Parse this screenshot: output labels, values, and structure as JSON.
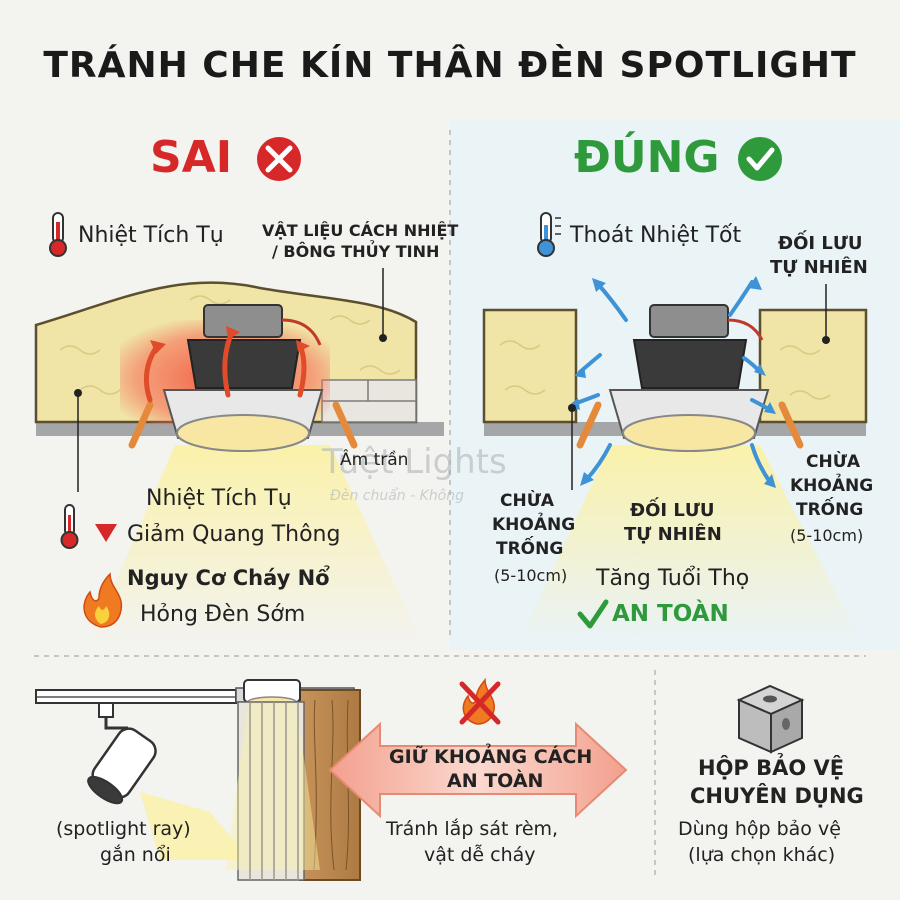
{
  "title": "TRÁNH CHE KÍN THÂN ĐÈN SPOTLIGHT",
  "wrong": {
    "heading": "SAI",
    "heat_label": "Nhiệt Tích Tụ",
    "material_label": [
      "VẬT LIỆU CÁCH NHIỆT",
      "/ BÔNG THỦY TINH"
    ],
    "ceiling_label": "Âm trần",
    "effects": [
      "Nhiệt Tích Tụ",
      "Giảm Quang Thông",
      "Nguy Cơ Cháy Nổ",
      "Hỏng Đèn Sớm"
    ]
  },
  "right": {
    "heading": "ĐÚNG",
    "heat_label": "Thoát Nhiệt Tốt",
    "convection_top": [
      "ĐỐI LƯU",
      "TỰ NHIÊN"
    ],
    "gap_left": [
      "CHỪA",
      "KHOẢNG",
      "TRỐNG",
      "(5-10cm)"
    ],
    "gap_right": [
      "CHỪA",
      "KHOẢNG",
      "TRỐNG",
      "(5-10cm)"
    ],
    "convection_bottom": [
      "ĐỐI LƯU",
      "TỰ NHIÊN"
    ],
    "longevity": "Tăng Tuổi Thọ",
    "safe": "AN TOÀN"
  },
  "bottom": {
    "track_caption": [
      "(spotlight ray)",
      "gắn nổi"
    ],
    "arrow_label": [
      "GIỮ KHOẢNG CÁCH",
      "AN TOÀN"
    ],
    "curtain_caption": [
      "Tránh lắp sát rèm,",
      "vật dễ cháy"
    ],
    "box_title": [
      "HỘP BẢO VỆ",
      "CHUYÊN DỤNG"
    ],
    "box_caption": [
      "Dùng hộp bảo vệ",
      "(lựa chọn khác)"
    ]
  },
  "watermark": {
    "brand": "Tuệt Lights",
    "tagline": "Đèn chuẩn - Không"
  },
  "colors": {
    "wrong": "#d62828",
    "right": "#2e9a3c",
    "insulation": "#f0e4a6",
    "heat": "#f0553a",
    "airflow": "#3d93d6",
    "light_beam": "#f8efb0"
  },
  "icons": [
    "thermometer-hot-icon",
    "thermometer-cool-icon",
    "x-circle-icon",
    "check-circle-icon",
    "down-triangle-icon",
    "flame-icon",
    "no-fire-icon",
    "check-mark-icon"
  ]
}
